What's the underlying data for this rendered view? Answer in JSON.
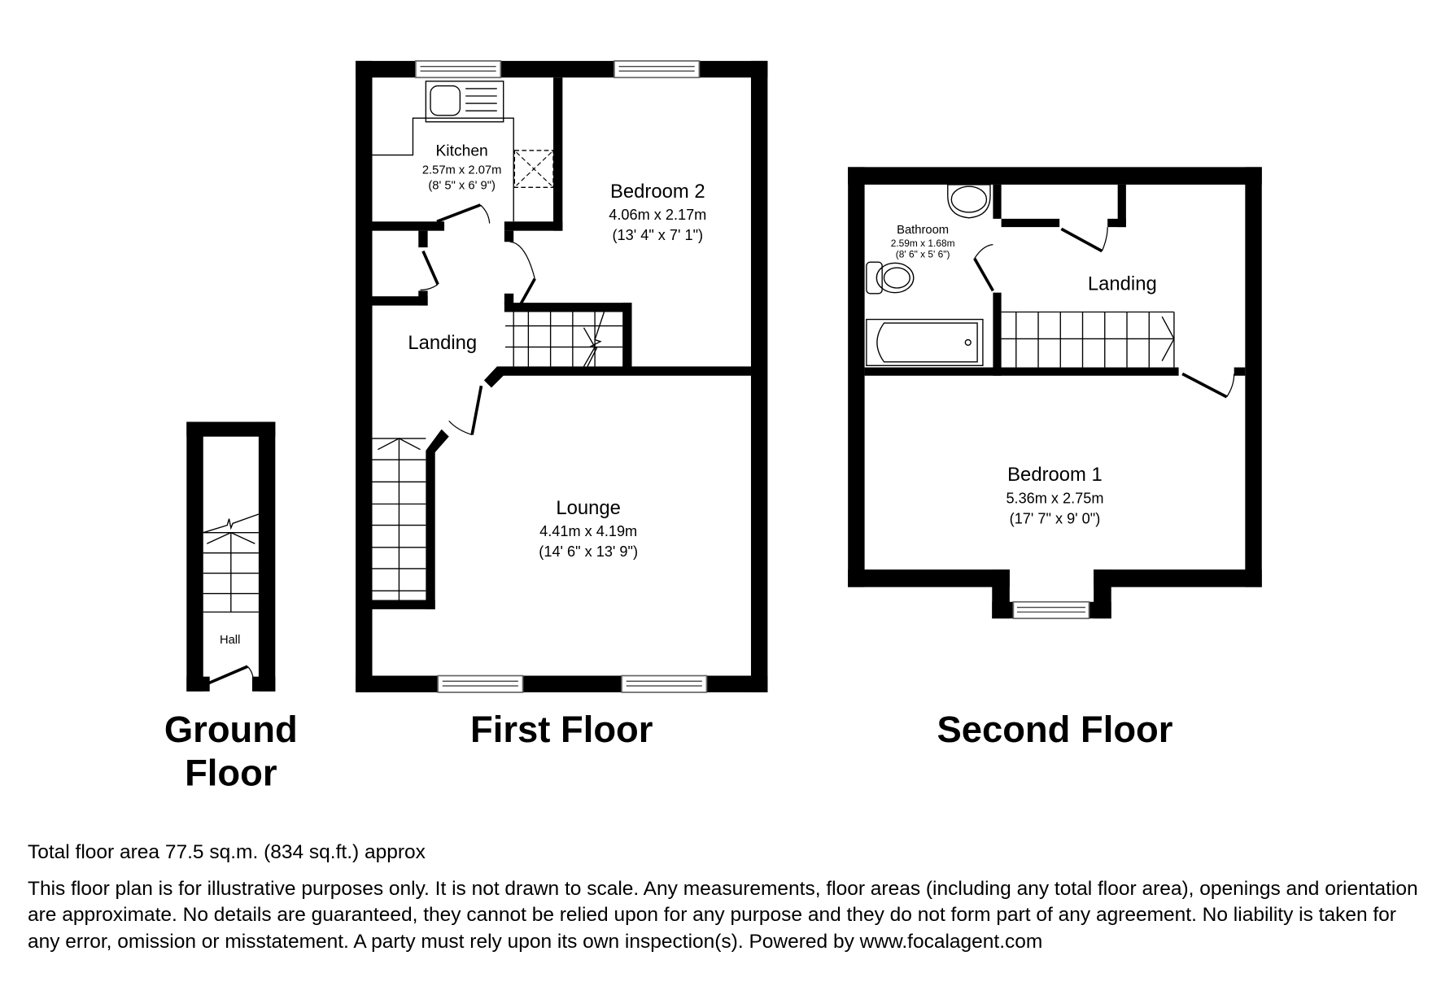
{
  "floors": {
    "ground": {
      "title_line1": "Ground",
      "title_line2": "Floor",
      "rooms": [
        {
          "name": "Hall"
        }
      ]
    },
    "first": {
      "title": "First Floor",
      "rooms": [
        {
          "name": "Kitchen",
          "metric": "2.57m x 2.07m",
          "imperial": "(8' 5\" x 6' 9\")"
        },
        {
          "name": "Bedroom 2",
          "metric": "4.06m x 2.17m",
          "imperial": "(13' 4\" x 7' 1\")"
        },
        {
          "name": "Landing"
        },
        {
          "name": "Lounge",
          "metric": "4.41m x 4.19m",
          "imperial": "(14' 6\" x 13' 9\")"
        }
      ]
    },
    "second": {
      "title": "Second Floor",
      "rooms": [
        {
          "name": "Bathroom",
          "metric": "2.59m x 1.68m",
          "imperial": "(8' 6\" x 5' 6\")"
        },
        {
          "name": "Landing"
        },
        {
          "name": "Bedroom 1",
          "metric": "5.36m x 2.75m",
          "imperial": "(17' 7\" x 9' 0\")"
        }
      ]
    }
  },
  "footer": {
    "total_area": "Total floor area 77.5 sq.m. (834 sq.ft.) approx",
    "disclaimer": "This floor plan is for illustrative purposes only. It is not drawn to scale. Any measurements, floor areas (including any total floor area), openings and orientation are approximate. No details are guaranteed, they cannot be relied upon for any purpose and they do not form part of any agreement. No liability is taken for any error, omission or misstatement. A party must rely upon its own inspection(s). Powered by www.focalagent.com"
  },
  "colors": {
    "wall": "#000000",
    "background": "#ffffff",
    "window_frame": "#666666"
  }
}
